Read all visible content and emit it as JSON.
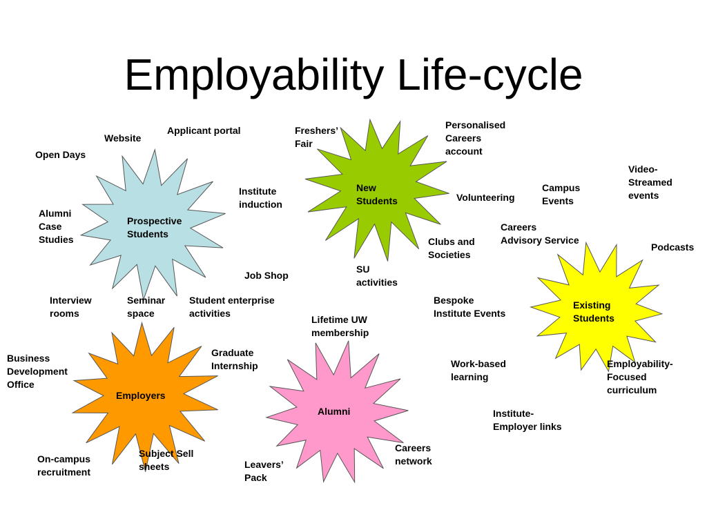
{
  "title": "Employability Life-cycle",
  "colors": {
    "prospective": "#b8e0e4",
    "new_students": "#99cc00",
    "existing": "#ffff00",
    "employers": "#ff9900",
    "alumni": "#ff99cc",
    "outline": "#555555"
  },
  "stars": {
    "prospective": "Prospective\nStudents",
    "new_students": "New\nStudents",
    "existing": "Existing\nStudents",
    "employers": "Employers",
    "alumni": "Alumni"
  },
  "labels": {
    "open_days": "Open Days",
    "website": "Website",
    "applicant_portal": "Applicant portal",
    "freshers_fair": "Freshers’\nFair",
    "personalised_careers_account": "Personalised\nCareers\naccount",
    "video_streamed_events": "Video-\nStreamed\nevents",
    "institute_induction": "Institute\ninduction",
    "volunteering": "Volunteering",
    "campus_events": "Campus\nEvents",
    "alumni_case_studies": "Alumni\nCase\nStudies",
    "careers_advisory_service": "Careers\nAdvisory Service",
    "clubs_and_societies": "Clubs and\nSocieties",
    "podcasts": "Podcasts",
    "job_shop": "Job Shop",
    "su_activities": "SU\nactivities",
    "interview_rooms": "Interview\nrooms",
    "seminar_space": "Seminar\nspace",
    "student_enterprise_activities": "Student enterprise\nactivities",
    "bespoke_institute_events": "Bespoke\nInstitute Events",
    "lifetime_uw_membership": "Lifetime UW\nmembership",
    "business_development_office": "Business\nDevelopment\nOffice",
    "graduate_internship": "Graduate\nInternship",
    "work_based_learning": "Work-based\nlearning",
    "employability_focused_curriculum": "Employability-\nFocused\ncurriculum",
    "institute_employer_links": "Institute-\nEmployer links",
    "on_campus_recruitment": "On-campus\nrecruitment",
    "subject_sell_sheets": "Subject Sell\nsheets",
    "leavers_pack": "Leavers’\nPack",
    "careers_network": "Careers\nnetwork"
  }
}
